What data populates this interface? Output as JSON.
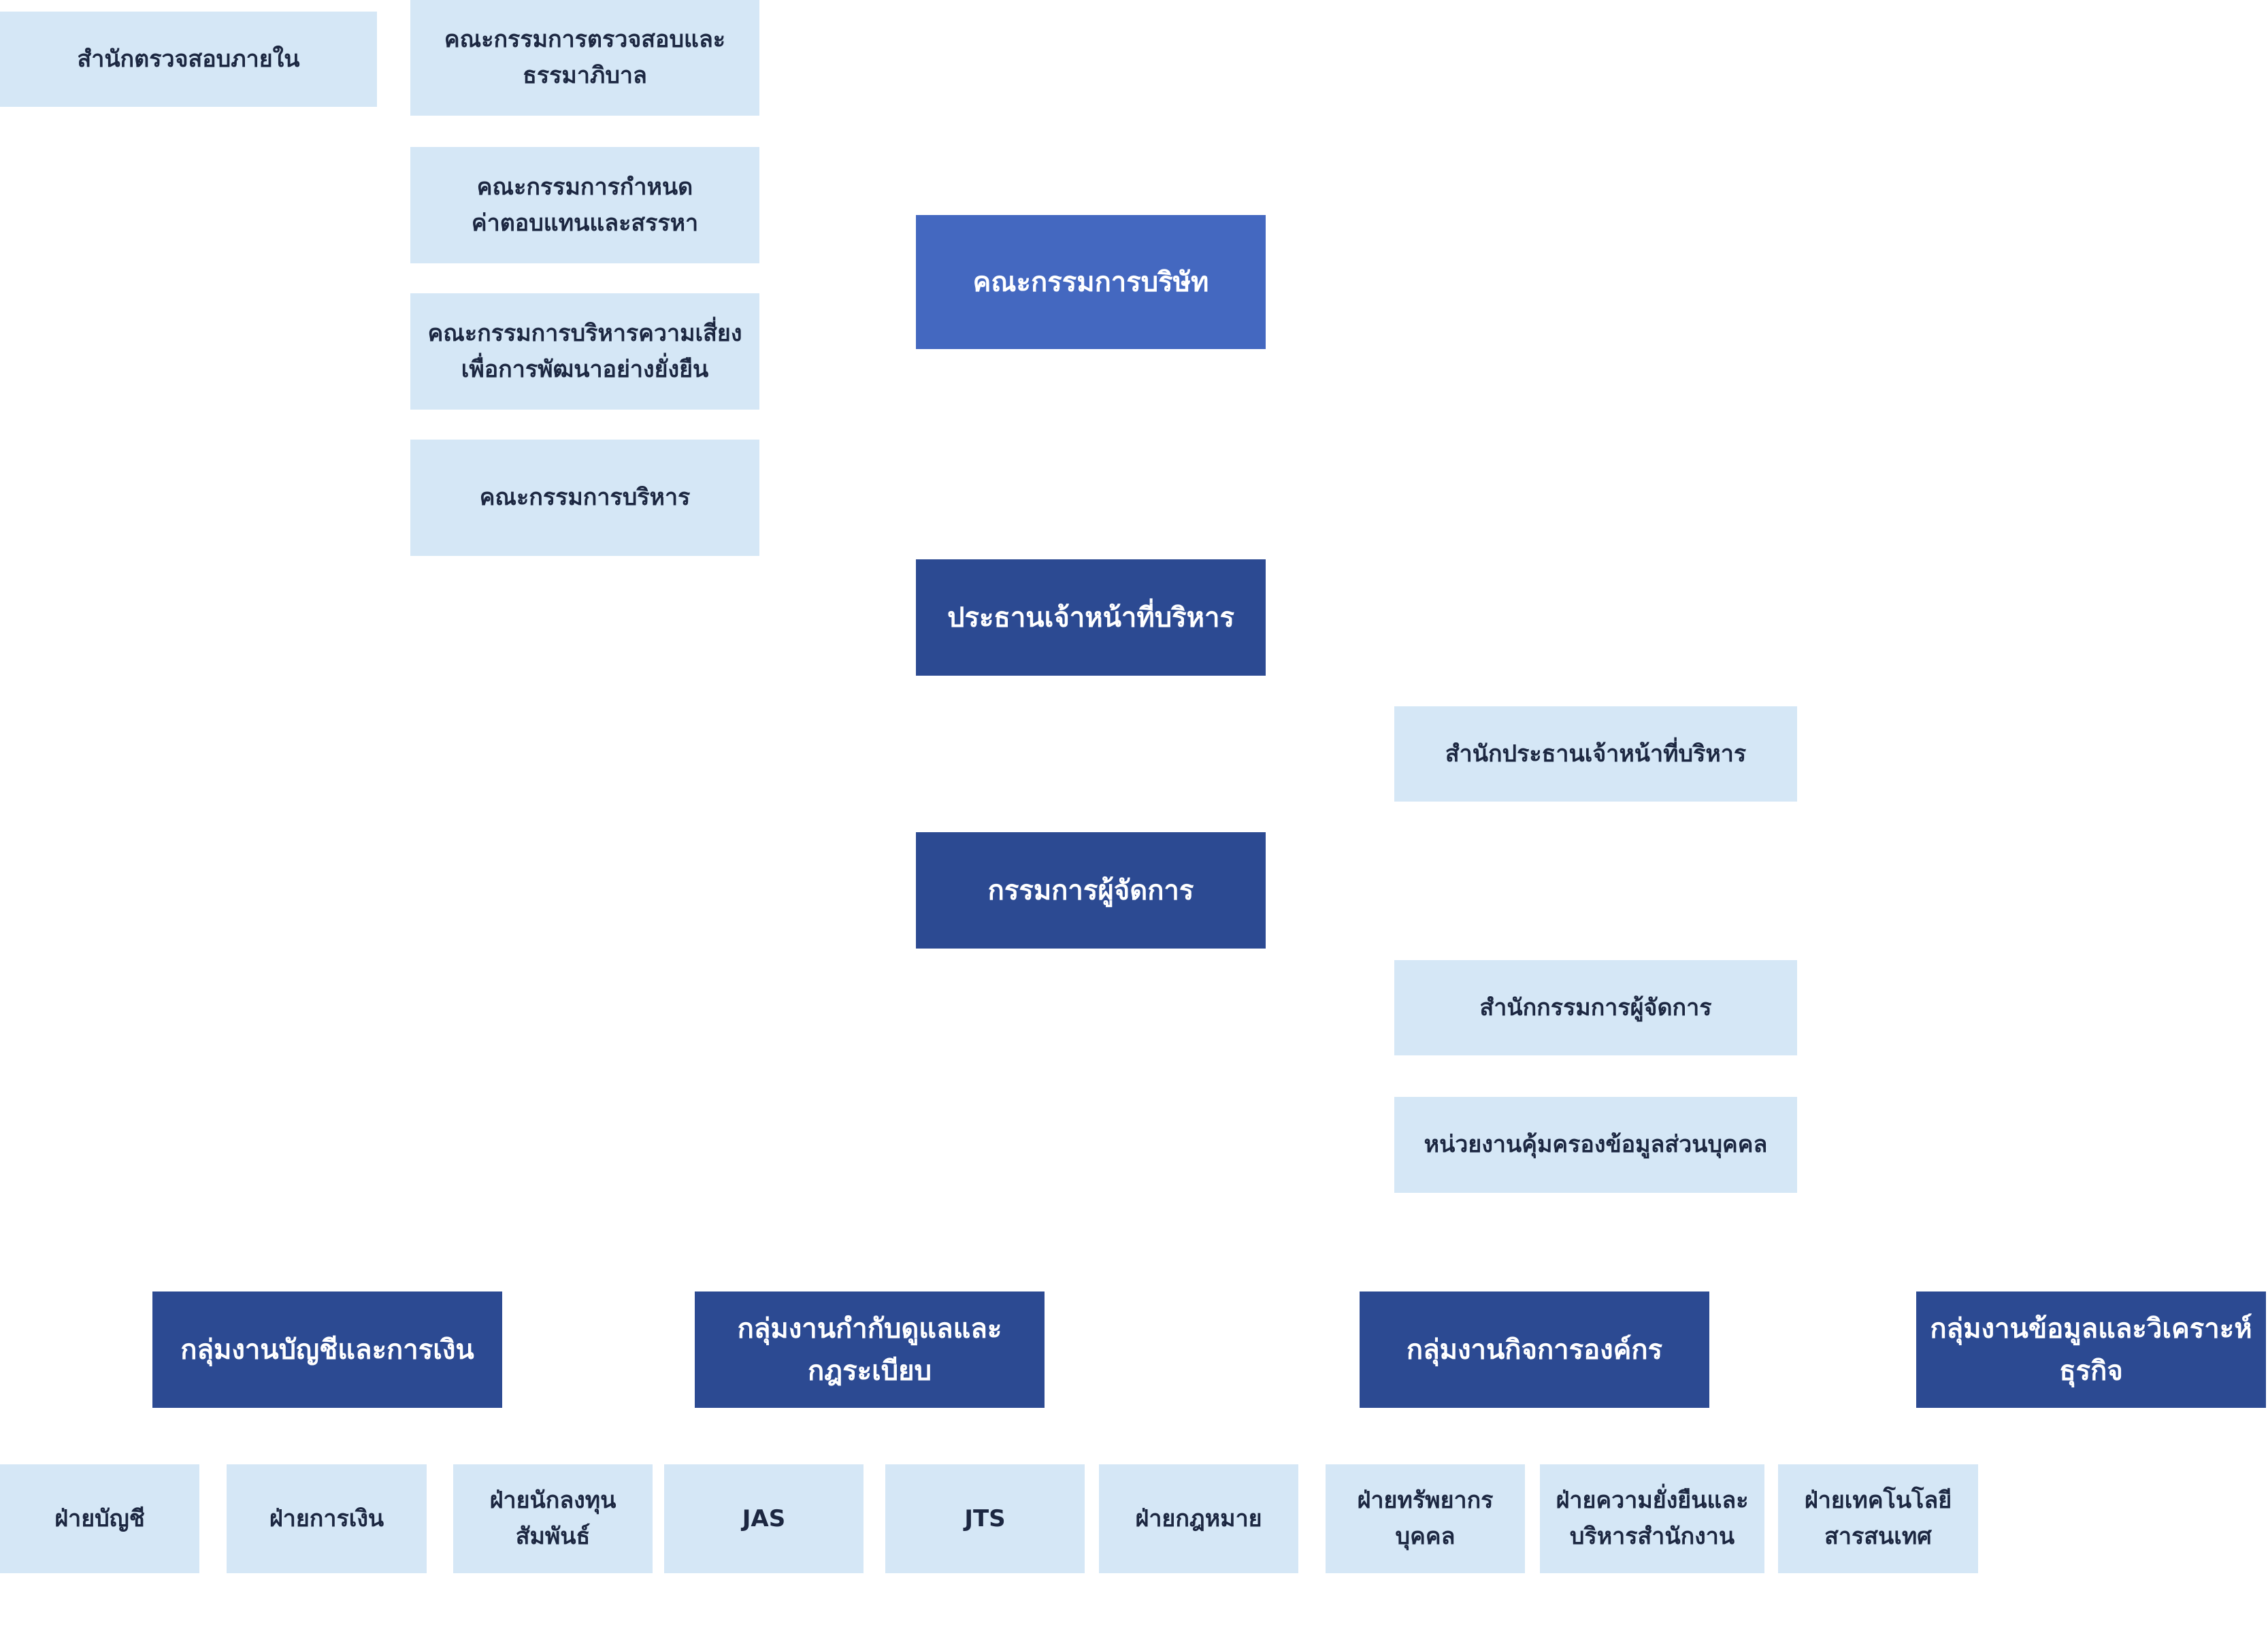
{
  "board": {
    "internal_audit": "สำนักตรวจสอบภายใน",
    "committee_audit_line1": "คณะกรรมการตรวจสอบและ",
    "committee_audit_line2": "ธรรมาภิบาล",
    "committee_remuneration_line1": "คณะกรรมการกำหนด",
    "committee_remuneration_line2": "ค่าตอบแทนและสรรหา",
    "committee_risk_line1": "คณะกรรมการบริหารความเสี่ยง",
    "committee_risk_line2": "เพื่อการพัฒนาอย่างยั่งยืน",
    "committee_executive": "คณะกรรมการบริหาร",
    "board_of_directors": "คณะกรรมการบริษัท"
  },
  "executives": {
    "ceo": "ประธานเจ้าหน้าที่บริหาร",
    "ceo_office": "สำนักประธานเจ้าหน้าที่บริหาร",
    "md": "กรรมการผู้จัดการ",
    "md_office": "สำนักกรรมการผู้จัดการ",
    "data_protection_unit": "หน่วยงานคุ้มครองข้อมูลส่วนบุคคล"
  },
  "groups": {
    "accounting_finance": "กลุ่มงานบัญชีและการเงิน",
    "compliance_line1": "กลุ่มงานกำกับดูแลและ",
    "compliance_line2": "กฎระเบียบ",
    "corporate_affairs": "กลุ่มงานกิจการองค์กร",
    "data_analytics_line1": "กลุ่มงานข้อมูลและวิเคราะห์",
    "data_analytics_line2": "ธุรกิจ"
  },
  "departments": {
    "accounting": "ฝ่ายบัญชี",
    "finance": "ฝ่ายการเงิน",
    "investor_relations_line1": "ฝ่ายนักลงทุน",
    "investor_relations_line2": "สัมพันธ์",
    "jas": "JAS",
    "jts": "JTS",
    "legal": "ฝ่ายกฎหมาย",
    "hr_line1": "ฝ่ายทรัพยากร",
    "hr_line2": "บุคคล",
    "sustainability_line1": "ฝ่ายความยั่งยืนและ",
    "sustainability_line2": "บริหารสำนักงาน",
    "it_line1": "ฝ่ายเทคโนโลยี",
    "it_line2": "สารสนเทศ"
  },
  "colors": {
    "light_box": "#d5e7f6",
    "board_box": "#4468c0",
    "executive_box": "#2c4a92",
    "light_text": "#1c2741",
    "dark_text": "#ffffff"
  }
}
